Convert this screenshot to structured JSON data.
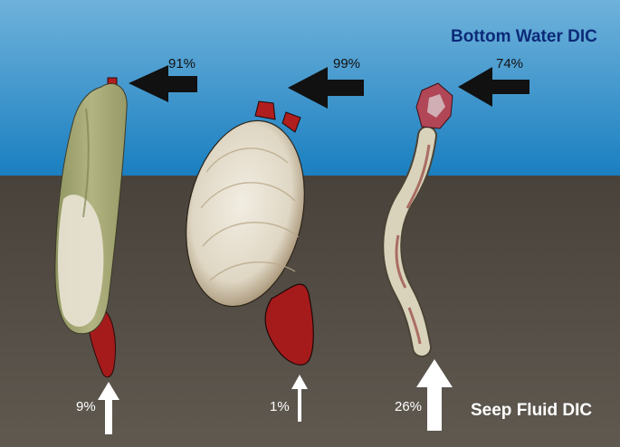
{
  "labels": {
    "bottom_water": "Bottom Water DIC",
    "seep_fluid": "Seep Fluid DIC"
  },
  "organisms": [
    {
      "name": "mussel",
      "bottom_water_pct": "91%",
      "seep_fluid_pct": "9%"
    },
    {
      "name": "clam",
      "bottom_water_pct": "99%",
      "seep_fluid_pct": "1%"
    },
    {
      "name": "tubeworm",
      "bottom_water_pct": "74%",
      "seep_fluid_pct": "26%"
    }
  ],
  "colors": {
    "water_top": "#6aaed8",
    "water_bottom": "#1a7fc0",
    "sediment_top": "#4a443d",
    "sediment_bottom": "#5d574e",
    "title_blue": "#0c2a78",
    "tissue_red": "#a81c1c",
    "mussel_shell": "#a9ac78",
    "clam_shell": "#e3dccb",
    "tube": "#d8d2b8"
  }
}
